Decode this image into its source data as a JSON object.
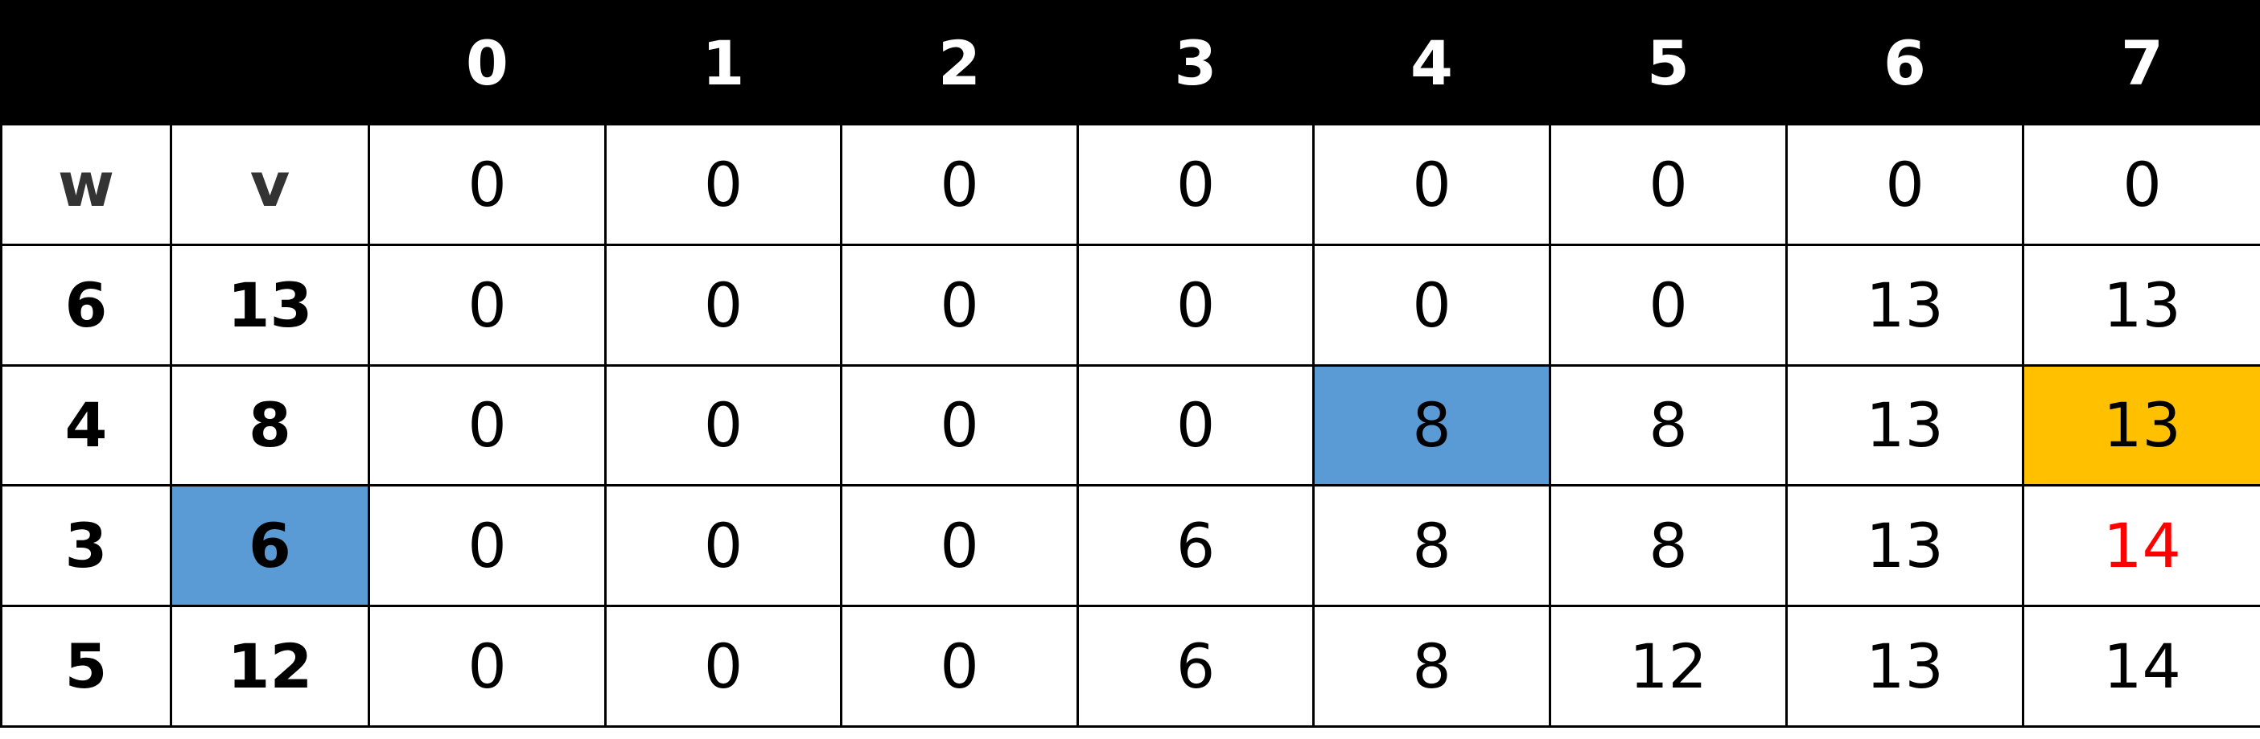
{
  "colors": {
    "header_bg": "#000000",
    "header_text": "#ffffff",
    "cell_bg": "#ffffff",
    "cell_text": "#000000",
    "grid_line": "#000000",
    "highlight_blue": "#5b9bd5",
    "highlight_gold": "#ffc000",
    "highlight_red_text": "#ff0000"
  },
  "table": {
    "corner": [
      "",
      ""
    ],
    "capacities": [
      "0",
      "1",
      "2",
      "3",
      "4",
      "5",
      "6",
      "7"
    ],
    "labels_row": {
      "w": "w",
      "v": "v",
      "values": [
        "0",
        "0",
        "0",
        "0",
        "0",
        "0",
        "0",
        "0"
      ]
    },
    "items": [
      {
        "w": "6",
        "v": "13",
        "values": [
          "0",
          "0",
          "0",
          "0",
          "0",
          "0",
          "13",
          "13"
        ]
      },
      {
        "w": "4",
        "v": "8",
        "values": [
          "0",
          "0",
          "0",
          "0",
          "8",
          "8",
          "13",
          "13"
        ]
      },
      {
        "w": "3",
        "v": "6",
        "values": [
          "0",
          "0",
          "0",
          "6",
          "8",
          "8",
          "13",
          "14"
        ]
      },
      {
        "w": "5",
        "v": "12",
        "values": [
          "0",
          "0",
          "0",
          "6",
          "8",
          "12",
          "13",
          "14"
        ]
      }
    ],
    "highlights": {
      "blue_v_item_index": 2,
      "blue_value": {
        "item_index": 1,
        "capacity_index": 4
      },
      "gold_value": {
        "item_index": 1,
        "capacity_index": 7
      },
      "red_text_value": {
        "item_index": 2,
        "capacity_index": 7
      }
    }
  }
}
